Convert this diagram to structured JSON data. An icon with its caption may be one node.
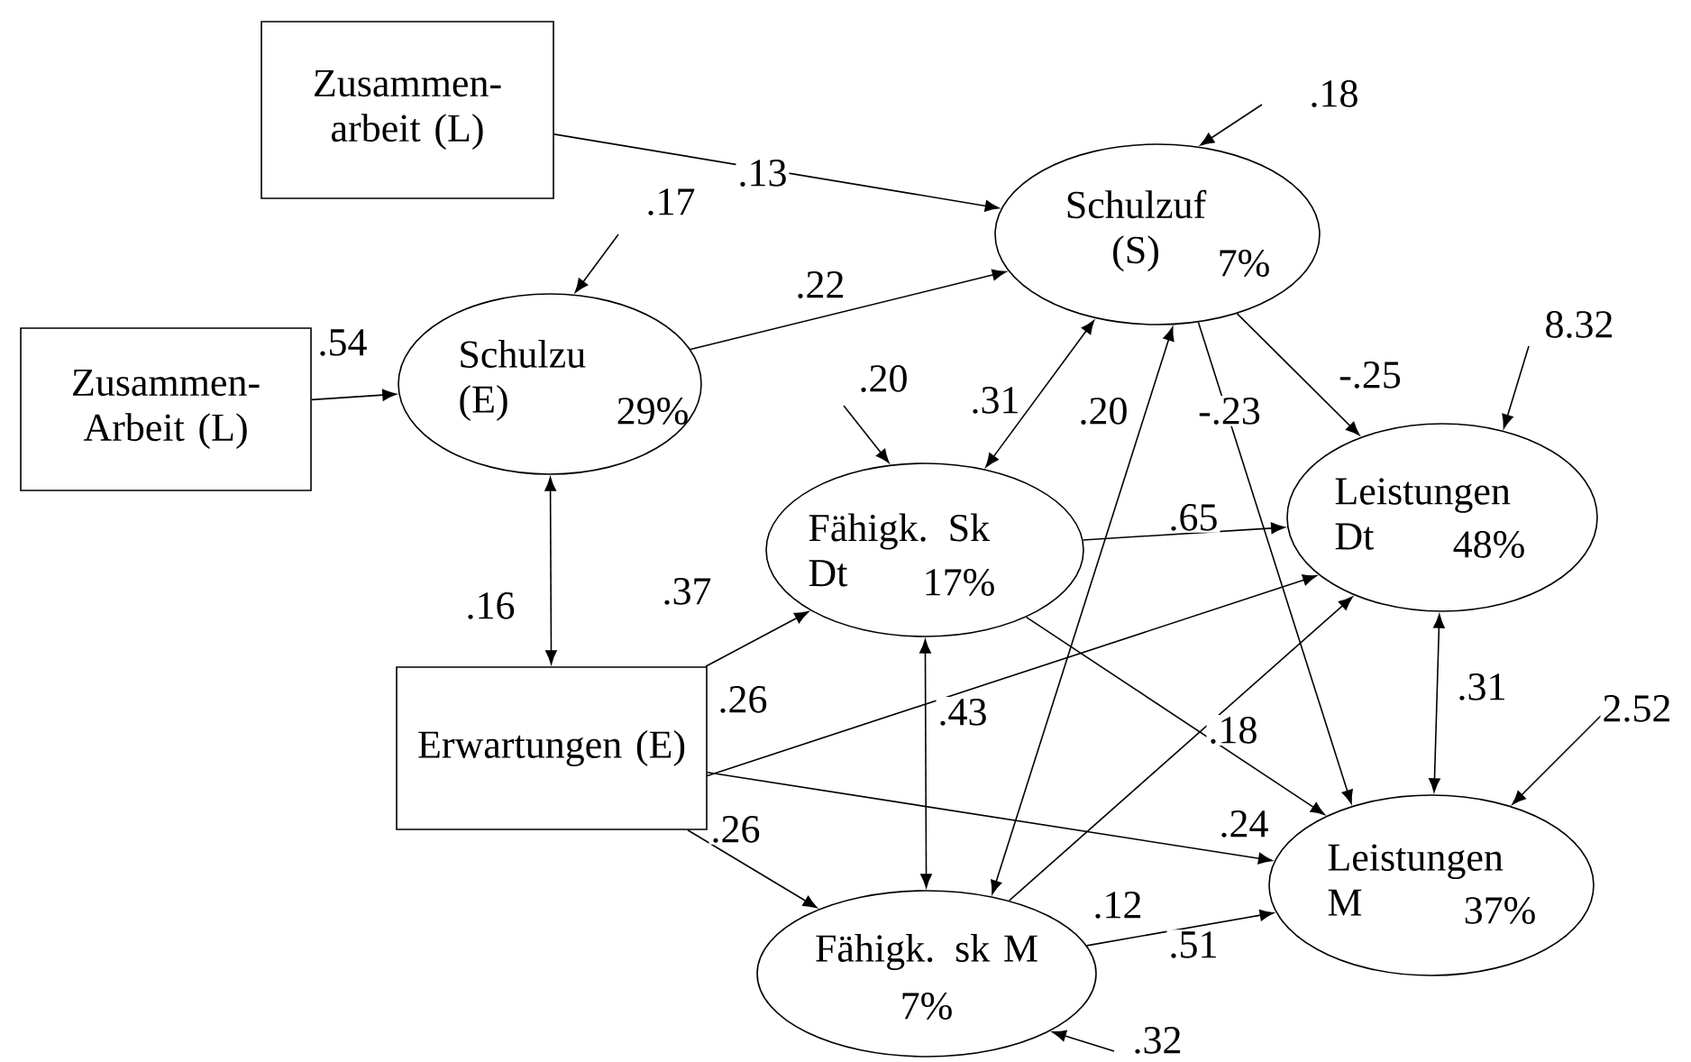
{
  "diagram": {
    "nodes": [
      {
        "text": [
          "Zusammen- arbeit (L)"
        ]
      },
      {
        "text": [
          "Zusammen- Arbeit (L)"
        ]
      },
      {
        "text": [
          "Schulzu (E)",
          "29%"
        ]
      },
      {
        "text": [
          "Schulzuf (S)",
          "7%"
        ]
      },
      {
        "text": [
          "Fähigk. Sk Dt",
          "17%"
        ]
      },
      {
        "text": [
          "Leistungen Dt",
          "48%"
        ]
      },
      {
        "text": [
          "Erwartungen (E)"
        ]
      },
      {
        "text": [
          "Leistungen M",
          "37%"
        ]
      },
      {
        "text": [
          "Fähigk. sk M",
          "7%"
        ]
      }
    ],
    "edges": [
      {
        "from": 0,
        "to": 3,
        "arrow": "to",
        "label": ".13"
      },
      {
        "from": 1,
        "to": 2,
        "arrow": "to",
        "label": ".54"
      },
      {
        "from": 2,
        "to": 3,
        "arrow": "to",
        "label": ".22"
      },
      {
        "from": 2,
        "to": 6,
        "arrow": "both",
        "label": ".16"
      },
      {
        "from": 6,
        "to": 4,
        "arrow": "to",
        "label": ".37"
      },
      {
        "from": 6,
        "to": 5,
        "arrow": "to",
        "label": ".26"
      },
      {
        "from": 6,
        "to": 8,
        "arrow": "to",
        "label": ".26"
      },
      {
        "from": 6,
        "to": 7,
        "arrow": "to",
        "label": ".24"
      },
      {
        "from": 3,
        "to": 4,
        "arrow": "both",
        "label": ".31"
      },
      {
        "from": 8,
        "to": 3,
        "arrow": "both",
        "label": ".20"
      },
      {
        "from": 3,
        "to": 7,
        "arrow": "to",
        "label": "-.23"
      },
      {
        "from": 3,
        "to": 5,
        "arrow": "to",
        "label": "-.25"
      },
      {
        "from": 4,
        "to": 5,
        "arrow": "to",
        "label": ".65"
      },
      {
        "from": 4,
        "to": 7,
        "arrow": "to",
        "label": ".18"
      },
      {
        "from": 4,
        "to": 8,
        "arrow": "both",
        "label": ".43"
      },
      {
        "from": 8,
        "to": 5,
        "arrow": "to",
        "label": ".12"
      },
      {
        "from": 8,
        "to": 7,
        "arrow": "to",
        "label": ".51"
      },
      {
        "from": 5,
        "to": 7,
        "arrow": "both",
        "label": ".31"
      },
      {
        "from": null,
        "to": 2,
        "arrow": "to",
        "label": ".17"
      },
      {
        "from": null,
        "to": 3,
        "arrow": "to",
        "label": ".18"
      },
      {
        "from": null,
        "to": 4,
        "arrow": "to",
        "label": ".20"
      },
      {
        "from": null,
        "to": 5,
        "arrow": "to",
        "label": "8.32"
      },
      {
        "from": null,
        "to": 7,
        "arrow": "to",
        "label": "2.52"
      },
      {
        "from": null,
        "to": 8,
        "arrow": "to",
        "label": ".32"
      }
    ]
  }
}
